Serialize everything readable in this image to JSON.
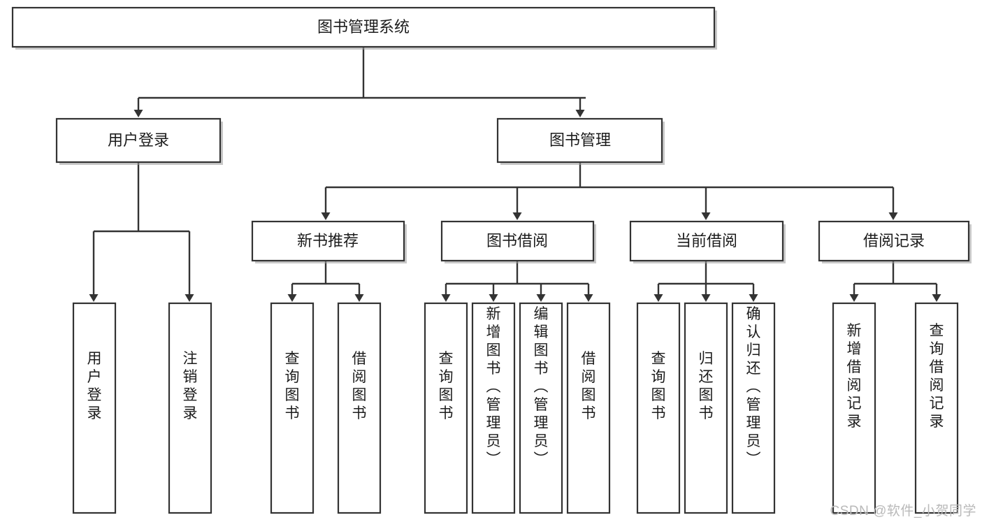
{
  "diagram": {
    "title": "图书管理系统",
    "type": "hierarchy-tree",
    "levels": 4,
    "colors": {
      "box_stroke": "#333333",
      "box_fill": "#ffffff",
      "connector": "#333333",
      "text": "#1c1c1c",
      "watermark": "#b9b9b9",
      "background": "#ffffff"
    },
    "root": {
      "label": "图书管理系统"
    },
    "level2": [
      {
        "label": "用户登录"
      },
      {
        "label": "图书管理"
      }
    ],
    "level3": [
      {
        "label": "新书推荐"
      },
      {
        "label": "图书借阅"
      },
      {
        "label": "当前借阅"
      },
      {
        "label": "借阅记录"
      }
    ],
    "leaves": {
      "user_login": [
        {
          "label": "用户登录"
        },
        {
          "label": "注销登录"
        }
      ],
      "new_book_recommend": [
        {
          "label": "查询图书"
        },
        {
          "label": "借阅图书"
        }
      ],
      "book_borrow": [
        {
          "label": "查询图书"
        },
        {
          "label": "新增图书（管理员）"
        },
        {
          "label": "编辑图书（管理员）"
        },
        {
          "label": "借阅图书"
        }
      ],
      "current_borrow": [
        {
          "label": "查询图书"
        },
        {
          "label": "归还图书"
        },
        {
          "label": "确认归还（管理员）"
        }
      ],
      "borrow_record": [
        {
          "label": "新增借阅记录"
        },
        {
          "label": "查询借阅记录"
        }
      ]
    }
  },
  "watermark": {
    "text": "CSDN @软件_小贺同学"
  }
}
